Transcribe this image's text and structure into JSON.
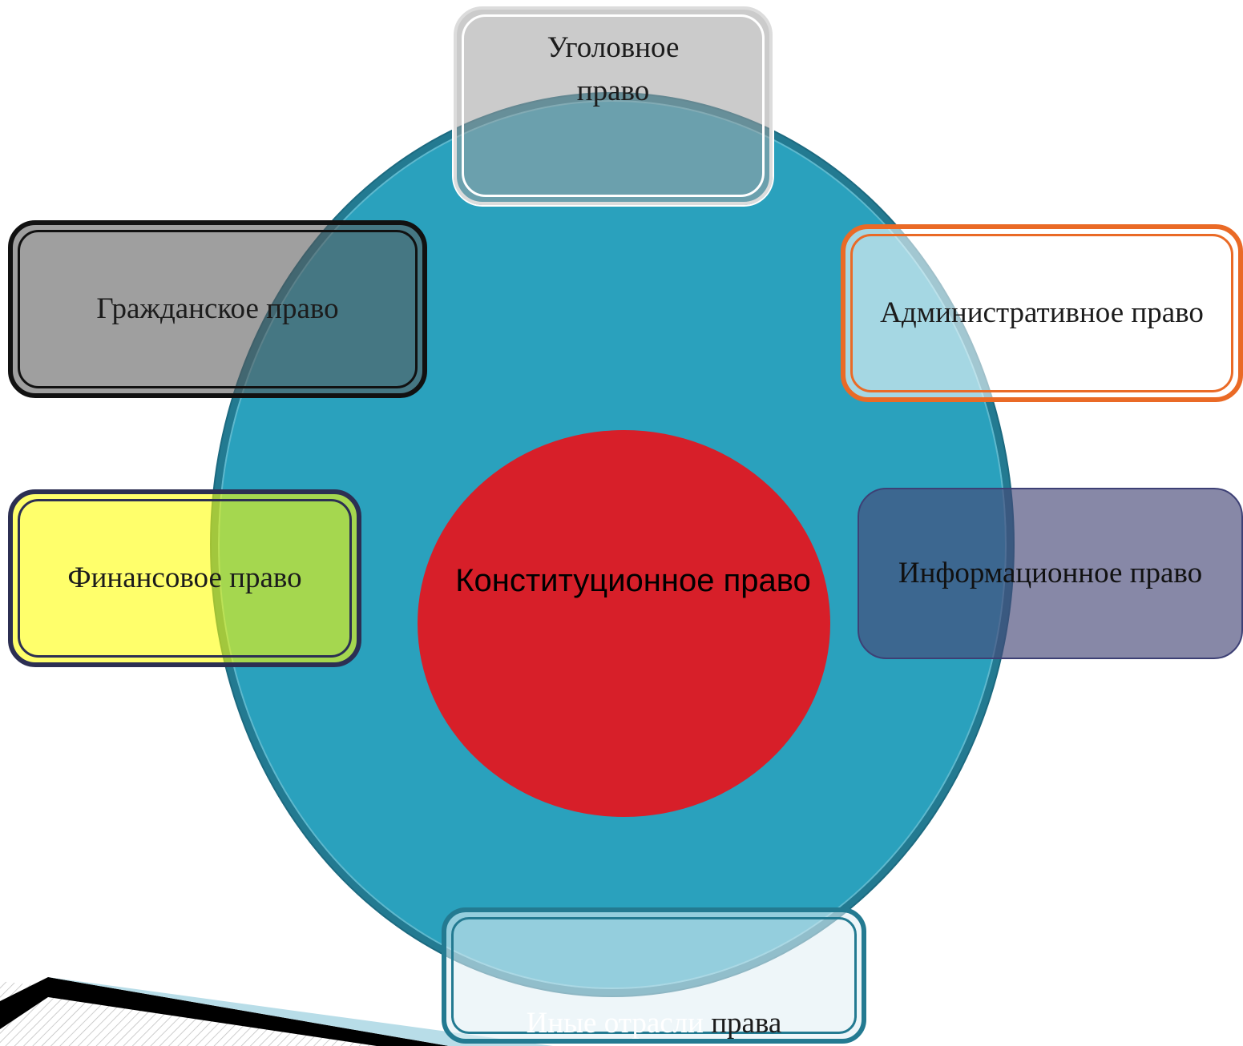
{
  "diagram": {
    "center": "Конституционное право",
    "branches": {
      "criminal": "Уголовное право",
      "civil": "Гражданское право",
      "administrative": "Административное право",
      "financial": "Финансовое право",
      "information": "Информационное право",
      "other_part1": "Иные отрасли ",
      "other_part2": "права"
    }
  },
  "colors": {
    "ellipse": "#2aa1bd",
    "center_circle": "#d71f29",
    "civil_border": "#111111",
    "admin_border": "#ea6a26",
    "financial_fill": "#ffff00",
    "information_fill": "#464878",
    "other_border": "#237a91"
  }
}
